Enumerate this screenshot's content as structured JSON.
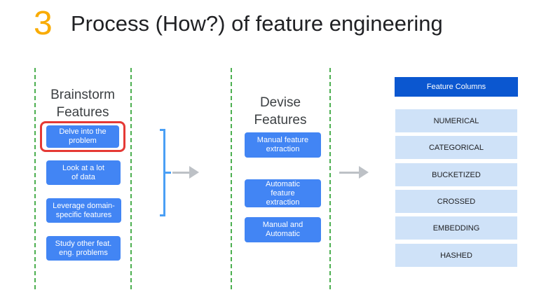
{
  "slide": {
    "number": "3",
    "title": "Process (How?) of feature engineering"
  },
  "brainstorm": {
    "heading_line1": "Brainstorm",
    "heading_line2": "Features",
    "steps": [
      {
        "line1": "Delve into the",
        "line2": "problem",
        "highlighted": true
      },
      {
        "line1": "Look at a lot",
        "line2": "of data",
        "highlighted": false
      },
      {
        "line1": "Leverage domain-",
        "line2": "specific features",
        "highlighted": false
      },
      {
        "line1": "Study other feat.",
        "line2": "eng. problems",
        "highlighted": false
      }
    ]
  },
  "devise": {
    "heading_line1": "Devise",
    "heading_line2": "Features",
    "steps": [
      {
        "line1": "Manual feature",
        "line2": "extraction",
        "line3": ""
      },
      {
        "line1": "Automatic",
        "line2": "feature",
        "line3": "extraction"
      },
      {
        "line1": "Manual and",
        "line2": "Automatic",
        "line3": ""
      }
    ]
  },
  "feature_columns": {
    "header": "Feature Columns",
    "items": [
      "NUMERICAL",
      "CATEGORICAL",
      "BUCKETIZED",
      "CROSSED",
      "EMBEDDING",
      "HASHED"
    ]
  },
  "colors": {
    "accent_number": "#f9ab00",
    "step_box": "#4285f4",
    "column_header": "#0b57d0",
    "column_row": "#cfe2f8",
    "highlight": "#e53935",
    "divider": "#4caf50",
    "arrow": "#bdc1c6",
    "bracket": "#4a9ff5"
  }
}
